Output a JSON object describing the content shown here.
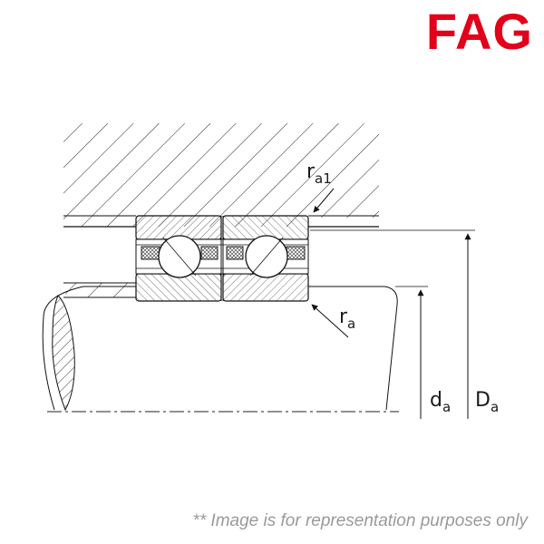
{
  "brand": {
    "logo_text": "FAG",
    "color": "#e2001a"
  },
  "labels": {
    "r_a1": {
      "main": "r",
      "sub": "a1"
    },
    "r_a": {
      "main": "r",
      "sub": "a"
    },
    "d_a": {
      "main": "d",
      "sub": "a"
    },
    "D_a": {
      "main": "D",
      "sub": "a"
    }
  },
  "caption": "** Image is for representation purposes only"
}
